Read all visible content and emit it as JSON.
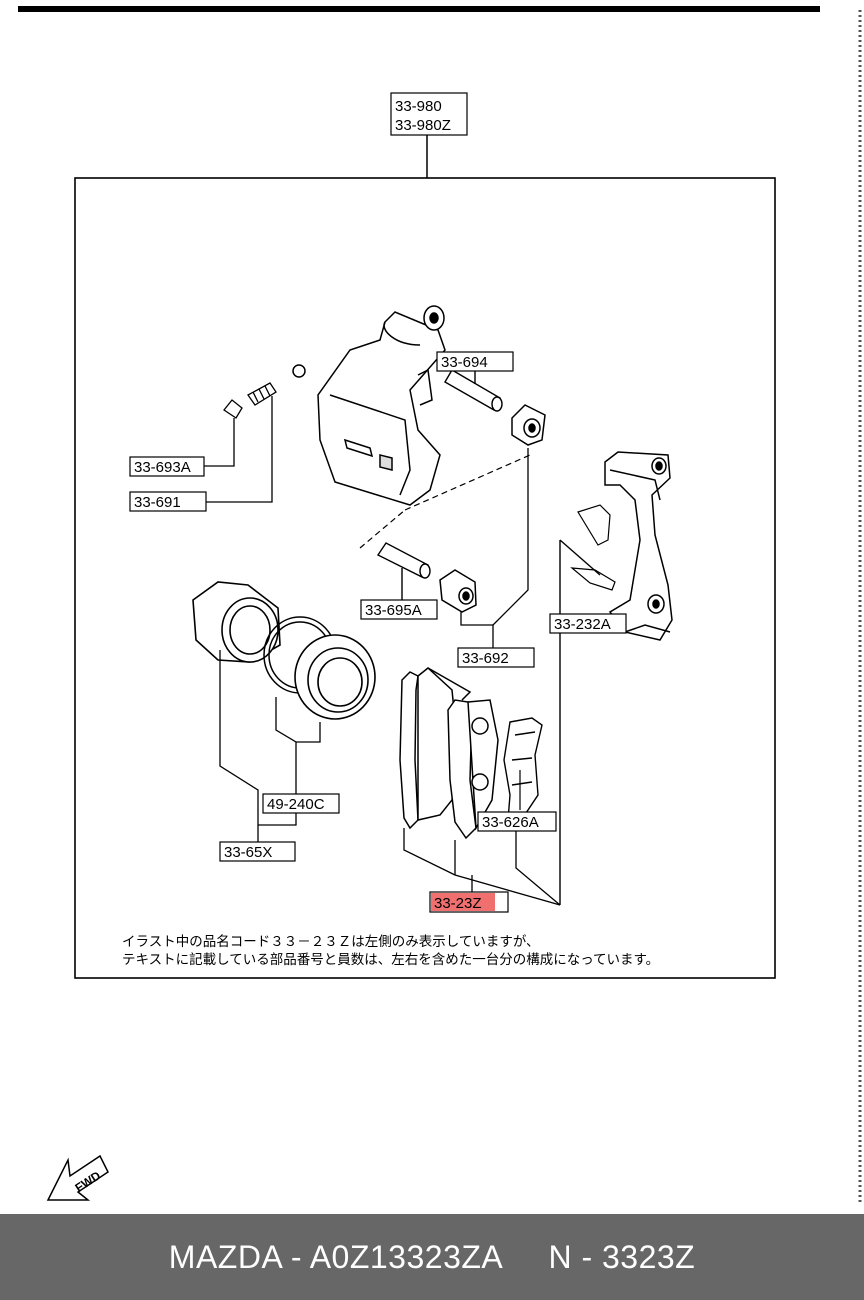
{
  "top_label": {
    "line1": "33-980",
    "line2": "33-980Z"
  },
  "callouts": {
    "c694": "33-694",
    "c693a": "33-693A",
    "c691": "33-691",
    "c695a": "33-695A",
    "c232a": "33-232A",
    "c692": "33-692",
    "c240c": "49-240C",
    "c65x": "33-65X",
    "c626a": "33-626A",
    "c23z": "33-23Z"
  },
  "note": {
    "line1": "イラスト中の品名コード３３－２３Ｚは左側のみ表示していますが、",
    "line2": "テキストに記載している部品番号と員数は、左右を含めた一台分の構成になっています。"
  },
  "fwd": "FWD",
  "footer": "MAZDA - A0Z13323ZA     N - 3323Z",
  "colors": {
    "highlight": "#f07070",
    "footer_bg": "#676767"
  }
}
